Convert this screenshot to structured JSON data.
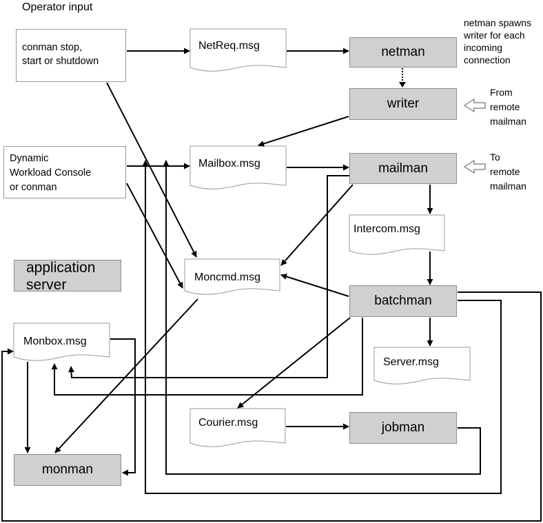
{
  "header": {
    "title": "Operator input"
  },
  "notes": {
    "netman_note": "netman spawns\nwriter for each\nincoming\nconnection",
    "from_remote": "From\nremote\nmailman",
    "to_remote": "To\nremote\nmailman"
  },
  "inputs": {
    "conman": "conman stop,\nstart or shutdown",
    "dwc": "Dynamic\nWorkload Console\nor conman"
  },
  "processes": {
    "netman": "netman",
    "writer": "writer",
    "mailman": "mailman",
    "batchman": "batchman",
    "jobman": "jobman",
    "monman": "monman",
    "appserver": "application\nserver"
  },
  "messages": {
    "netreq": "NetReq.msg",
    "mailbox": "Mailbox.msg",
    "intercom": "Intercom.msg",
    "moncmd": "Moncmd.msg",
    "monbox": "Monbox.msg",
    "server": "Server.msg",
    "courier": "Courier.msg"
  },
  "colors": {
    "process_fill": "#d0d0d0",
    "line": "#000000"
  }
}
